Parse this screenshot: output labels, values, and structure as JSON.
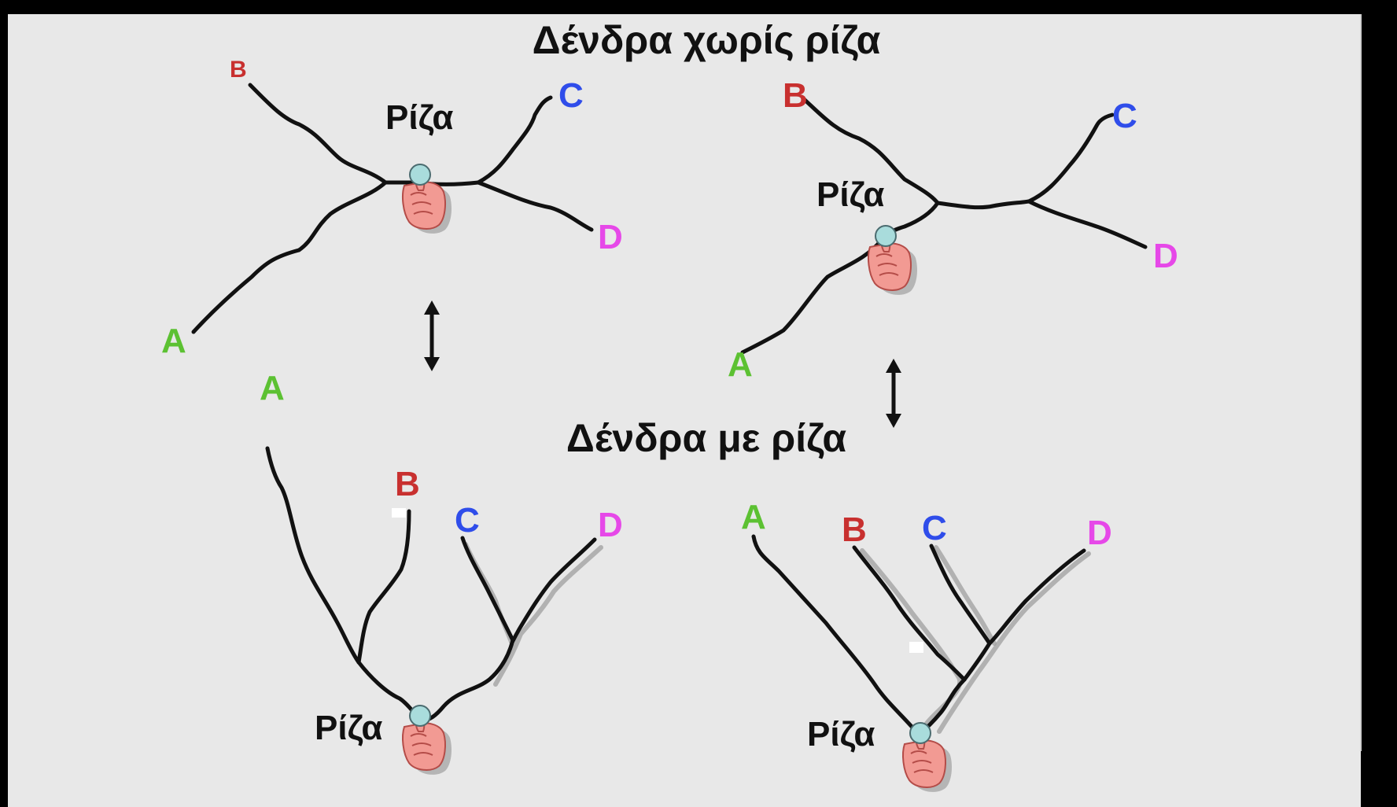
{
  "titles": {
    "unrooted": "Δένδρα χωρίς ρίζα",
    "rooted": "Δένδρα με ρίζα"
  },
  "root_label": "Ρίζα",
  "leaf_labels": {
    "A": "A",
    "B": "B",
    "B_small": "B",
    "C": "C",
    "D": "D"
  },
  "colors": {
    "A": "#5cc132",
    "B": "#c8302f",
    "C": "#2f4dea",
    "D": "#e648e8",
    "panel": "#e8e8e8",
    "text": "#111111"
  },
  "icons": [
    "root-pin-icon",
    "pointing-hand-icon",
    "double-arrow-icon"
  ]
}
